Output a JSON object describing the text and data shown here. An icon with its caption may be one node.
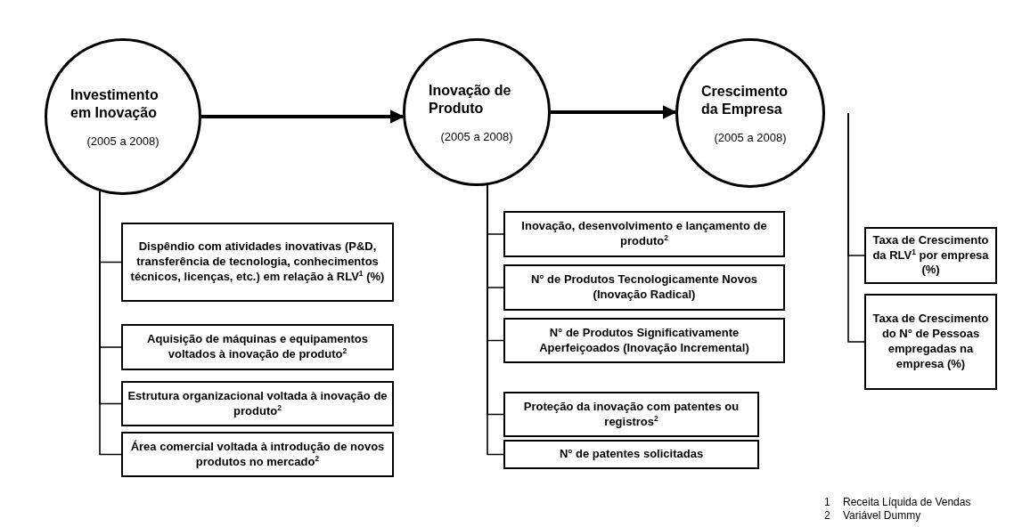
{
  "diagram": {
    "nodes": [
      {
        "text": [
          "Investimento em Inovação",
          "(2005 a 2008)"
        ]
      },
      {
        "text": [
          "Inovação de Produto",
          "(2005 a 2008)"
        ]
      },
      {
        "text": [
          "Crescimento da Empresa",
          "(2005 a 2008)"
        ]
      },
      {
        "text": [
          "Dispêndio com atividades inovativas (P&D, transferência de tecnologia, conhecimentos técnicos, licenças, etc.) em relação à RLV$^{1}$ (%)"
        ]
      },
      {
        "text": [
          "Aquisição de máquinas e equipamentos voltados à inovação de produto$^{2}$"
        ]
      },
      {
        "text": [
          "Estrutura organizacional voltada à inovação de produto$^{2}$"
        ]
      },
      {
        "text": [
          "Área comercial voltada à introdução de novos produtos no mercado$^{2}$"
        ]
      },
      {
        "text": [
          "Inovação, desenvolvimento e lançamento de produto$^{2}$"
        ]
      },
      {
        "text": [
          "N° de Produtos Tecnologicamente Novos (Inovação Radical)"
        ]
      },
      {
        "text": [
          "N° de Produtos Significativamente Aperfeiçoados (Inovação Incremental)"
        ]
      },
      {
        "text": [
          "Proteção da inovação com patentes ou registros$^{2}$"
        ]
      },
      {
        "text": [
          "N° de patentes solicitadas"
        ]
      },
      {
        "text": [
          "Taxa de Crescimento da RLV$^{1}$ por empresa (%)"
        ]
      },
      {
        "text": [
          "Taxa de Crescimento do N° de Pessoas empregadas na empresa (%)"
        ]
      }
    ],
    "edges": [
      {
        "from": 0,
        "to": 1,
        "arrow": "to",
        "style": "thick"
      },
      {
        "from": 1,
        "to": 2,
        "arrow": "to",
        "style": "thick"
      },
      {
        "from": 0,
        "to": 3,
        "arrow": "none"
      },
      {
        "from": 0,
        "to": 4,
        "arrow": "none"
      },
      {
        "from": 0,
        "to": 5,
        "arrow": "none"
      },
      {
        "from": 0,
        "to": 6,
        "arrow": "none"
      },
      {
        "from": 1,
        "to": 7,
        "arrow": "none"
      },
      {
        "from": 1,
        "to": 8,
        "arrow": "none"
      },
      {
        "from": 1,
        "to": 9,
        "arrow": "none"
      },
      {
        "from": 1,
        "to": 10,
        "arrow": "none"
      },
      {
        "from": 1,
        "to": 11,
        "arrow": "none"
      },
      {
        "from": 2,
        "to": 12,
        "arrow": "none"
      },
      {
        "from": 2,
        "to": 13,
        "arrow": "none"
      }
    ],
    "labels": [
      "1",
      "Receita Líquida de Vendas",
      "2",
      "Variável Dummy"
    ]
  }
}
